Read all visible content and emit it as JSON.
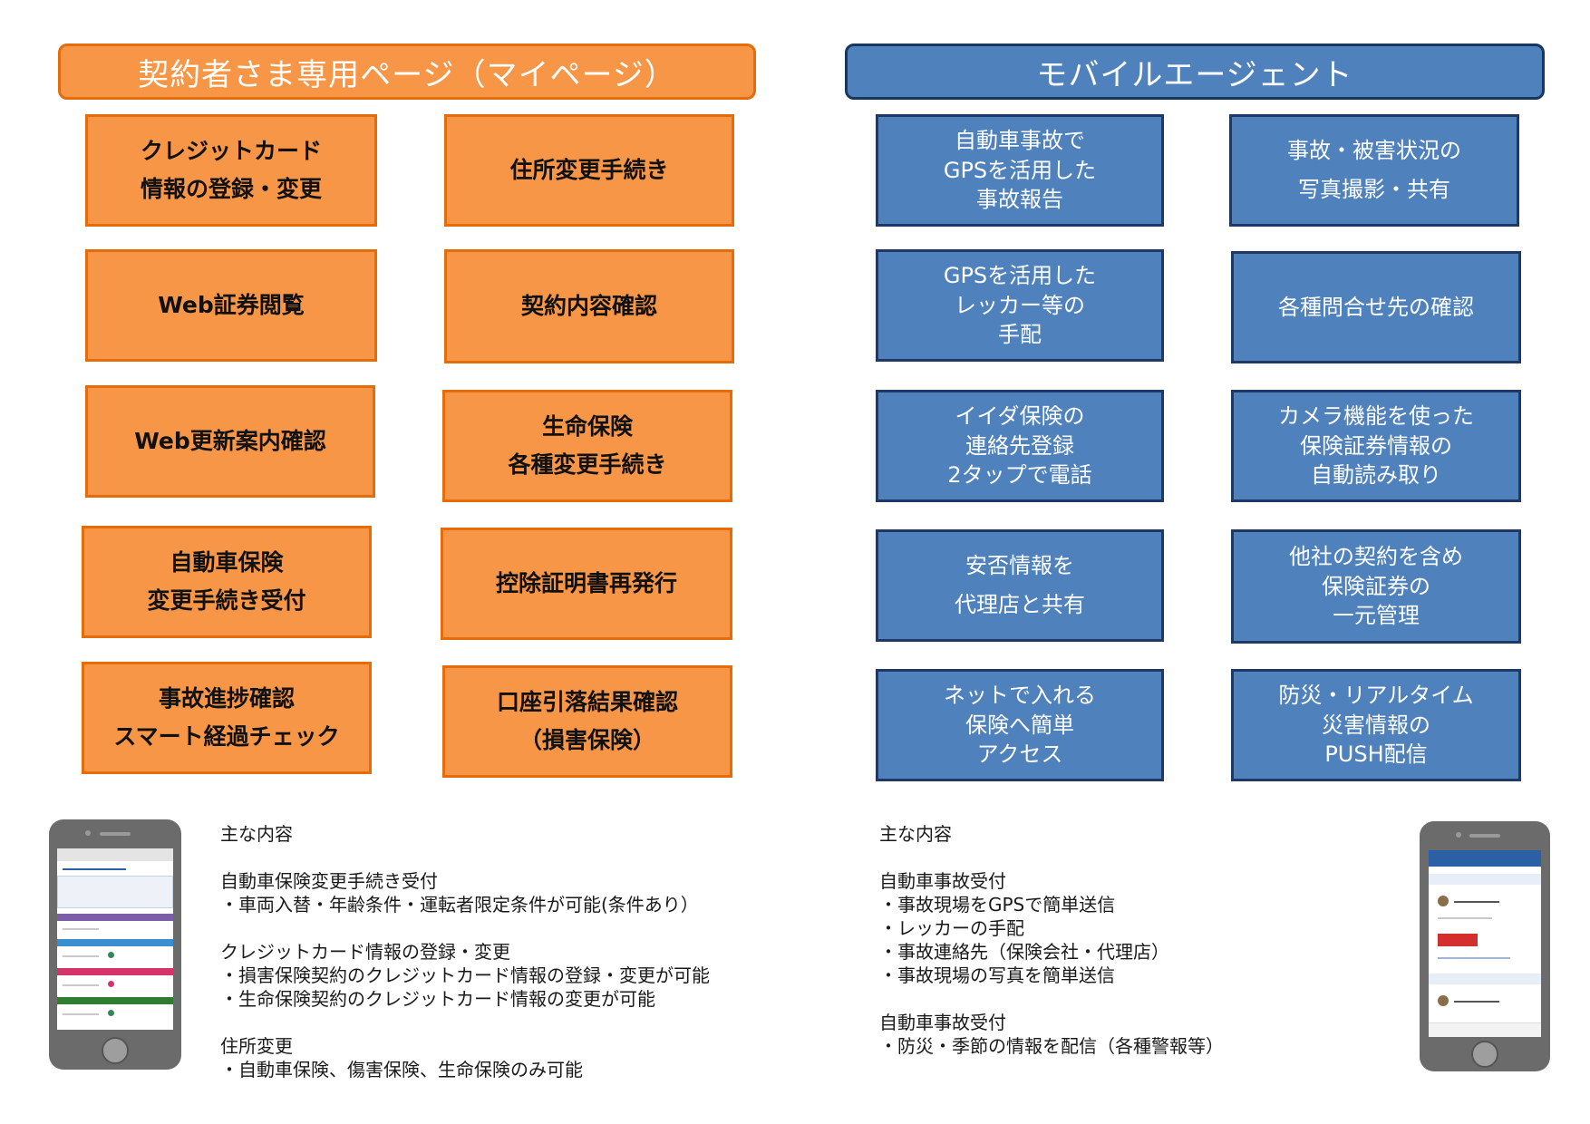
{
  "left": {
    "header": "契約者さま専用ページ（マイページ）",
    "buttons": [
      {
        "lines": [
          "クレジットカード",
          "情報の登録・変更"
        ]
      },
      {
        "lines": [
          "住所変更手続き"
        ]
      },
      {
        "lines": [
          "Web証券閲覧"
        ]
      },
      {
        "lines": [
          "契約内容確認"
        ]
      },
      {
        "lines": [
          "Web更新案内確認"
        ]
      },
      {
        "lines": [
          "生命保険",
          "各種変更手続き"
        ]
      },
      {
        "lines": [
          "自動車保険",
          "変更手続き受付"
        ]
      },
      {
        "lines": [
          "控除証明書再発行"
        ]
      },
      {
        "lines": [
          "事故進捗確認",
          "スマート経過チェック"
        ]
      },
      {
        "lines": [
          "口座引落結果確認",
          "（損害保険）"
        ]
      }
    ],
    "notes": {
      "title": "主な内容",
      "sections": [
        {
          "heading": "自動車保険変更手続き受付",
          "items": [
            "・車両入替・年齢条件・運転者限定条件が可能(条件あり）"
          ]
        },
        {
          "heading": "クレジットカード情報の登録・変更",
          "items": [
            "・損害保険契約のクレジットカード情報の登録・変更が可能",
            "・生命保険契約のクレジットカード情報の変更が可能"
          ]
        },
        {
          "heading": "住所変更",
          "items": [
            "・自動車保険、傷害保険、生命保険のみ可能"
          ]
        }
      ]
    }
  },
  "right": {
    "header": "モバイルエージェント",
    "buttons": [
      {
        "lines": [
          "自動車事故で",
          "GPSを活用した",
          "事故報告"
        ]
      },
      {
        "lines": [
          "事故・被害状況の",
          "写真撮影・共有"
        ]
      },
      {
        "lines": [
          "GPSを活用した",
          "レッカー等の",
          "手配"
        ]
      },
      {
        "lines": [
          "各種問合せ先の確認"
        ]
      },
      {
        "lines": [
          "イイダ保険の",
          "連絡先登録",
          "2タップで電話"
        ]
      },
      {
        "lines": [
          "カメラ機能を使った",
          "保険証券情報の",
          "自動読み取り"
        ]
      },
      {
        "lines": [
          "安否情報を",
          "代理店と共有"
        ]
      },
      {
        "lines": [
          "他社の契約を含め",
          "保険証券の",
          "一元管理"
        ]
      },
      {
        "lines": [
          "ネットで入れる",
          "保険へ簡単",
          "アクセス"
        ]
      },
      {
        "lines": [
          "防災・リアルタイム",
          "災害情報の",
          "PUSH配信"
        ]
      }
    ],
    "notes": {
      "title": "主な内容",
      "sections": [
        {
          "heading": "自動車事故受付",
          "items": [
            "・事故現場をGPSで簡単送信",
            "・レッカーの手配",
            "・事故連絡先（保険会社・代理店）",
            "・事故現場の写真を簡単送信"
          ]
        },
        {
          "heading": "自動車事故受付",
          "items": [
            "・防災・季節の情報を配信（各種警報等）"
          ]
        }
      ]
    }
  },
  "colors": {
    "orange_fill": "#F79646",
    "orange_border": "#E46C0A",
    "blue_fill": "#4F81BD",
    "blue_border": "#1F3864"
  }
}
